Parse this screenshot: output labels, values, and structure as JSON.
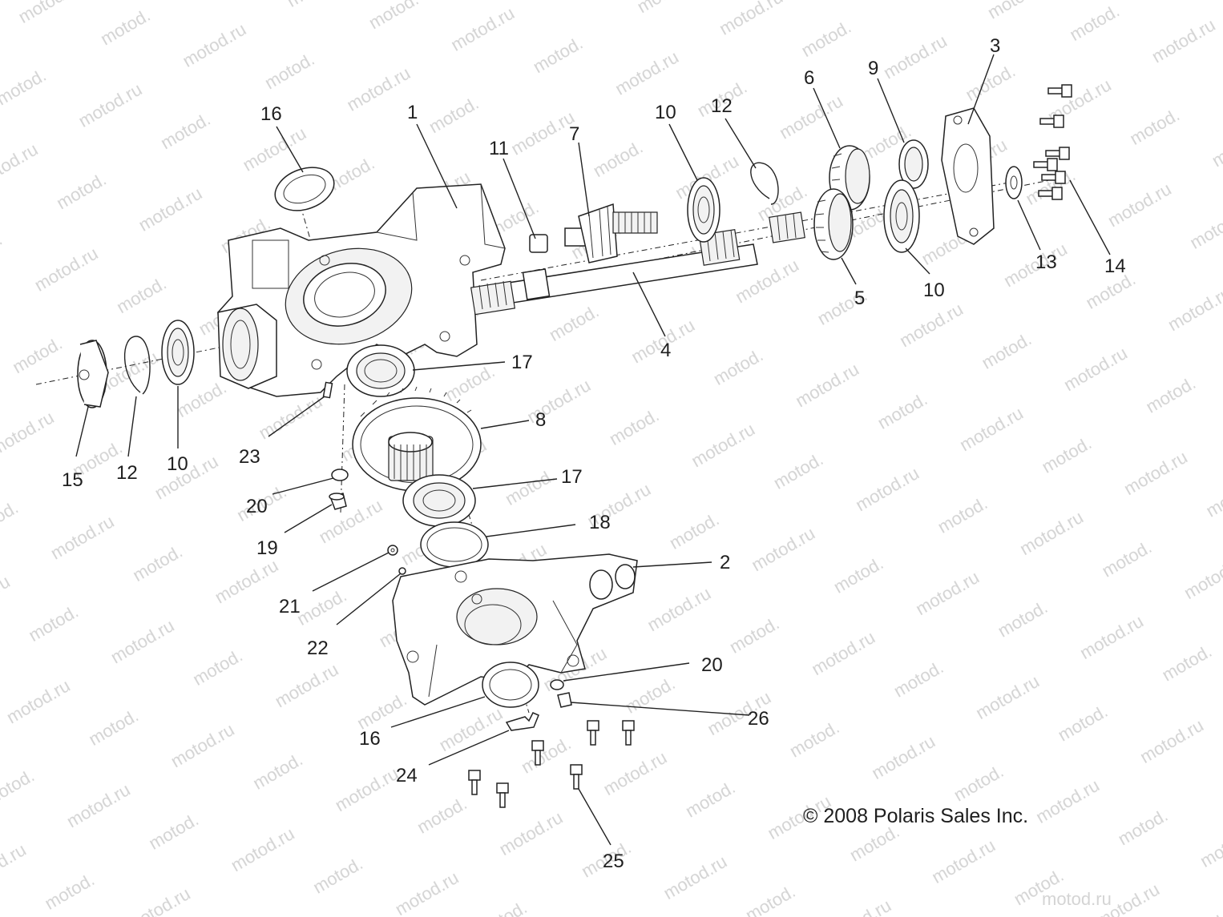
{
  "watermark": "motod.ru",
  "copyright": "© 2008 Polaris Sales Inc.",
  "labels": [
    {
      "id": "l16a",
      "text": "16"
    },
    {
      "id": "l1",
      "text": "1"
    },
    {
      "id": "l11",
      "text": "11"
    },
    {
      "id": "l7",
      "text": "7"
    },
    {
      "id": "l10a",
      "text": "10"
    },
    {
      "id": "l12a",
      "text": "12"
    },
    {
      "id": "l6",
      "text": "6"
    },
    {
      "id": "l9",
      "text": "9"
    },
    {
      "id": "l3",
      "text": "3"
    },
    {
      "id": "l13",
      "text": "13"
    },
    {
      "id": "l14",
      "text": "14"
    },
    {
      "id": "l10b",
      "text": "10"
    },
    {
      "id": "l5",
      "text": "5"
    },
    {
      "id": "l4",
      "text": "4"
    },
    {
      "id": "l17a",
      "text": "17"
    },
    {
      "id": "l8",
      "text": "8"
    },
    {
      "id": "l17b",
      "text": "17"
    },
    {
      "id": "l18",
      "text": "18"
    },
    {
      "id": "l2",
      "text": "2"
    },
    {
      "id": "l15",
      "text": "15"
    },
    {
      "id": "l12b",
      "text": "12"
    },
    {
      "id": "l10c",
      "text": "10"
    },
    {
      "id": "l23",
      "text": "23"
    },
    {
      "id": "l20a",
      "text": "20"
    },
    {
      "id": "l19",
      "text": "19"
    },
    {
      "id": "l21",
      "text": "21"
    },
    {
      "id": "l22",
      "text": "22"
    },
    {
      "id": "l20b",
      "text": "20"
    },
    {
      "id": "l26",
      "text": "26"
    },
    {
      "id": "l16b",
      "text": "16"
    },
    {
      "id": "l24",
      "text": "24"
    },
    {
      "id": "l25",
      "text": "25"
    }
  ]
}
